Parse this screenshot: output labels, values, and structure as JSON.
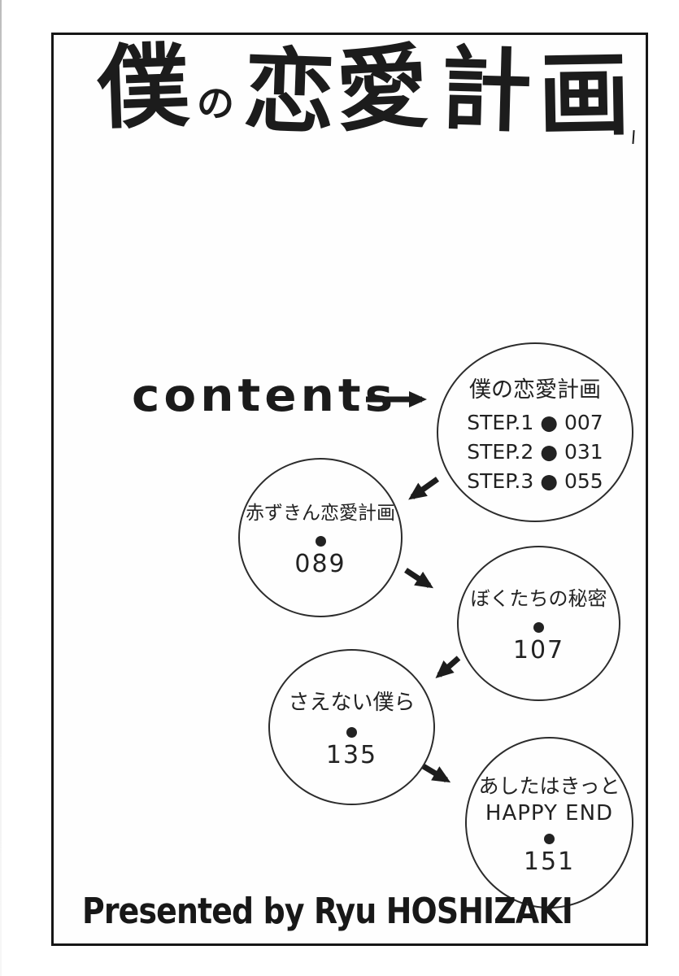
{
  "page": {
    "title": {
      "c1": "僕",
      "c2": "の",
      "c3": "恋",
      "c4": "愛",
      "c5": "計",
      "c6": "画"
    },
    "contents_label": "contents",
    "credit": "Presented by Ryu HOSHIZAKI"
  },
  "toc": {
    "node1": {
      "title": "僕の恋愛計画",
      "step1": "STEP.1 ● 007",
      "step2": "STEP.2 ● 031",
      "step3": "STEP.3 ● 055"
    },
    "node2": {
      "title": "赤ずきん恋愛計画",
      "page": "089"
    },
    "node3": {
      "title": "ぼくたちの秘密",
      "page": "107"
    },
    "node4": {
      "title": "さえない僕ら",
      "page": "135"
    },
    "node5": {
      "title": "あしたはきっと",
      "title2": "HAPPY END",
      "page": "151"
    }
  },
  "colors": {
    "ink": "#1a1a1a",
    "paper": "#fefefe"
  }
}
